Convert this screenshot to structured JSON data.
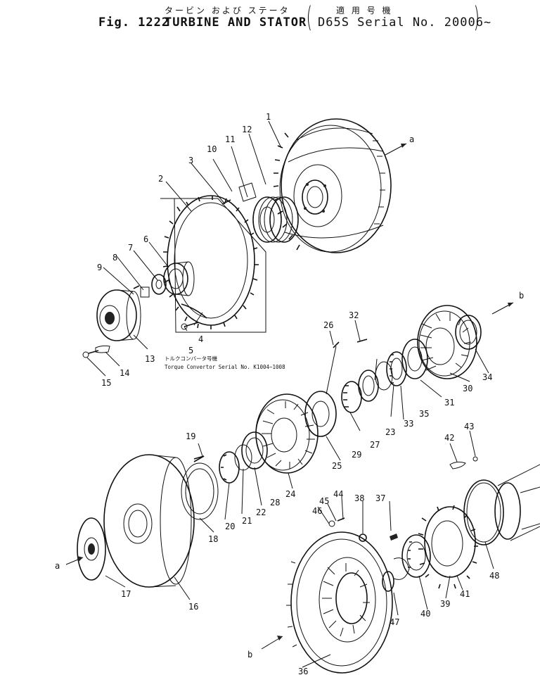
{
  "header": {
    "fig_label": "Fig. 1222",
    "title_jp": "タービン および ステータ",
    "title_en": "TURBINE AND STATOR",
    "applicability_jp": "適 用 号 機",
    "applicability_en": "D65S Serial No. 20006~"
  },
  "note": {
    "jp": "トルクコンバータ号機",
    "en": "Torque Convertor Serial No. K1004~1008"
  },
  "view_markers": [
    "a",
    "b",
    "a",
    "b"
  ],
  "parts": [
    "1",
    "2",
    "3",
    "4",
    "5",
    "6",
    "7",
    "8",
    "9",
    "10",
    "11",
    "12",
    "13",
    "14",
    "15",
    "16",
    "17",
    "18",
    "19",
    "20",
    "21",
    "22",
    "23",
    "24",
    "25",
    "26",
    "27",
    "28",
    "29",
    "30",
    "31",
    "32",
    "33",
    "34",
    "35",
    "36",
    "37",
    "38",
    "39",
    "40",
    "41",
    "42",
    "43",
    "44",
    "45",
    "46",
    "47",
    "48"
  ],
  "colors": {
    "ink": "#111111",
    "paper": "#ffffff"
  }
}
